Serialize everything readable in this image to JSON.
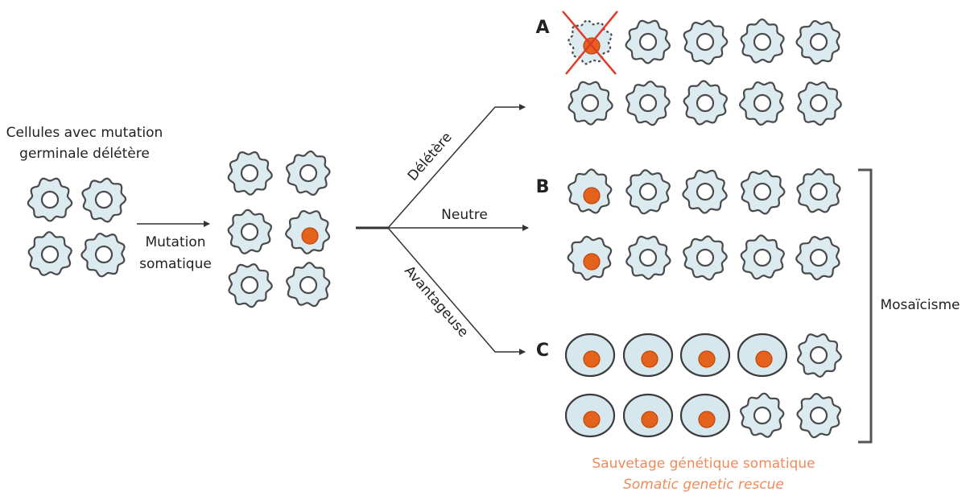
{
  "labels": {
    "germline_line1": "Cellules avec mutation",
    "germline_line2": "germinale délétère",
    "somatic_line1": "Mutation",
    "somatic_line2": "somatique",
    "branch_deleterious": "Délétère",
    "branch_neutral": "Neutre",
    "branch_advantageous": "Avantageuse",
    "outcome_a": "A",
    "outcome_b": "B",
    "outcome_c": "C",
    "mosaicism": "Mosaïcisme",
    "rescue_fr": "Sauvetage génétique somatique",
    "rescue_en": "Somatic genetic rescue"
  },
  "colors": {
    "cell_fill": "#dcebf0",
    "cell_outline": "#4a4a4a",
    "mutation_nucleus": "#e4621c",
    "dead_cross": "#e03a2a",
    "rescue_text": "#ef8a5b"
  }
}
